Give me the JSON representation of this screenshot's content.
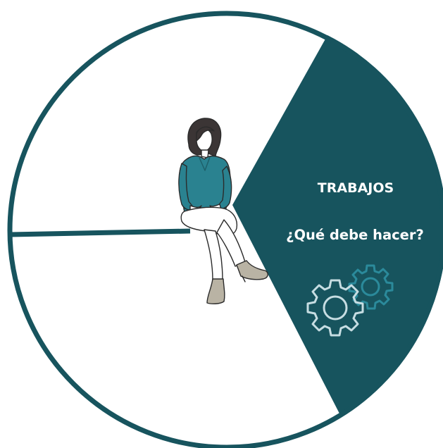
{
  "segment": {
    "title": "TRABAJOS",
    "question": "¿Qué debe hacer?"
  },
  "icons": {
    "figure": "woman-sitting-illustration",
    "gears": "gears-icon"
  },
  "colors": {
    "accent": "#17545e",
    "gear_dark": "#2b8a9b",
    "gear_light": "#c6dde2",
    "shirt": "#2a8290",
    "hair": "#3b3535",
    "boots": "#b9b3a4",
    "background": "#ffffff"
  }
}
